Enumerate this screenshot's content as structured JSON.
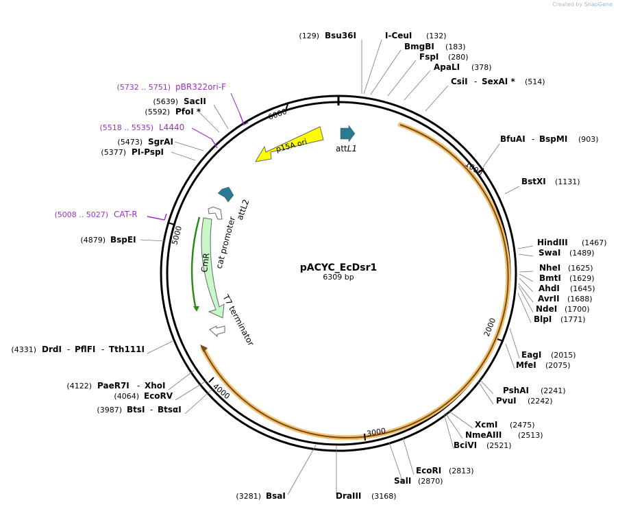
{
  "credit": {
    "prefix": "Created by",
    "brand": "SnapGene"
  },
  "plasmid": {
    "name": "pACYC_EcDsr1",
    "length_label": "6309 bp",
    "length_bp": 6309
  },
  "ticks": [
    "1000",
    "2000",
    "3000",
    "4000",
    "5000",
    "6000"
  ],
  "features": [
    {
      "name": "p15A ori",
      "color": "#ffff00"
    },
    {
      "name": "attL1",
      "prefix": "att",
      "suffix": "L1",
      "color": "#2a7a91"
    },
    {
      "name": "attL2",
      "color": "#2a7a91"
    },
    {
      "name": "cat promoter",
      "color": "#ffffff"
    },
    {
      "name": "CmR",
      "color": "#c8f7c8"
    },
    {
      "name": "T7 terminator",
      "color": "#ffffff"
    }
  ],
  "primers": [
    {
      "range": "(5732 .. 5751)",
      "name": "pBR322ori-F"
    },
    {
      "range": "(5518 .. 5535)",
      "name": "L4440"
    },
    {
      "range": "(5008 .. 5027)",
      "name": "CAT-R"
    }
  ],
  "sites": [
    {
      "pos": "(129)",
      "name": "Bsu36I"
    },
    {
      "name": "I-CeuI",
      "pos": "(132)"
    },
    {
      "name": "BmgBI",
      "pos": "(183)"
    },
    {
      "name": "FspI",
      "pos": "(280)"
    },
    {
      "name": "ApaLI",
      "pos": "(378)"
    },
    {
      "name": "CsiI",
      "name2": "SexAI *",
      "pos": "(514)"
    },
    {
      "name": "BfuAI",
      "name2": "BspMI",
      "pos": "(903)"
    },
    {
      "name": "BstXI",
      "pos": "(1131)"
    },
    {
      "name": "HindIII",
      "pos": "(1467)"
    },
    {
      "name": "SwaI",
      "pos": "(1489)"
    },
    {
      "name": "NheI",
      "pos": "(1625)"
    },
    {
      "name": "BmtI",
      "pos": "(1629)"
    },
    {
      "name": "AhdI",
      "pos": "(1645)"
    },
    {
      "name": "AvrII",
      "pos": "(1688)"
    },
    {
      "name": "NdeI",
      "pos": "(1700)"
    },
    {
      "name": "BlpI",
      "pos": "(1771)"
    },
    {
      "name": "EagI",
      "pos": "(2015)"
    },
    {
      "name": "MfeI",
      "pos": "(2075)"
    },
    {
      "name": "PshAI",
      "pos": "(2241)"
    },
    {
      "name": "PvuI",
      "pos": "(2242)"
    },
    {
      "name": "XcmI",
      "pos": "(2475)"
    },
    {
      "name": "NmeAIII",
      "pos": "(2513)"
    },
    {
      "name": "BciVI",
      "pos": "(2521)"
    },
    {
      "name": "EcoRI",
      "pos": "(2813)"
    },
    {
      "name": "SalI",
      "pos": "(2870)"
    },
    {
      "name": "DraIII",
      "pos": "(3168)"
    },
    {
      "pos": "(3281)",
      "name": "BsaI"
    },
    {
      "pos": "(3987)",
      "name": "BtsI",
      "name2": "BtsαI"
    },
    {
      "pos": "(4064)",
      "name": "EcoRV"
    },
    {
      "pos": "(4122)",
      "name": "PaeR7I",
      "name2": "XhoI"
    },
    {
      "pos": "(4331)",
      "name": "DrdI",
      "name2": "PflFI",
      "name3": "Tth111I"
    },
    {
      "pos": "(4879)",
      "name": "BspEI"
    },
    {
      "pos": "(5377)",
      "name": "PI-PspI"
    },
    {
      "pos": "(5473)",
      "name": "SgrAI"
    },
    {
      "pos": "(5592)",
      "name": "PfoI *"
    },
    {
      "pos": "(5639)",
      "name": "SacII"
    }
  ],
  "colors": {
    "backbone": "#000000",
    "primer": "#9b30c8",
    "insert": "#f0c070",
    "insert_line": "#7a4a10",
    "label": "#000000",
    "pos": "#222222",
    "leader": "#666666"
  }
}
